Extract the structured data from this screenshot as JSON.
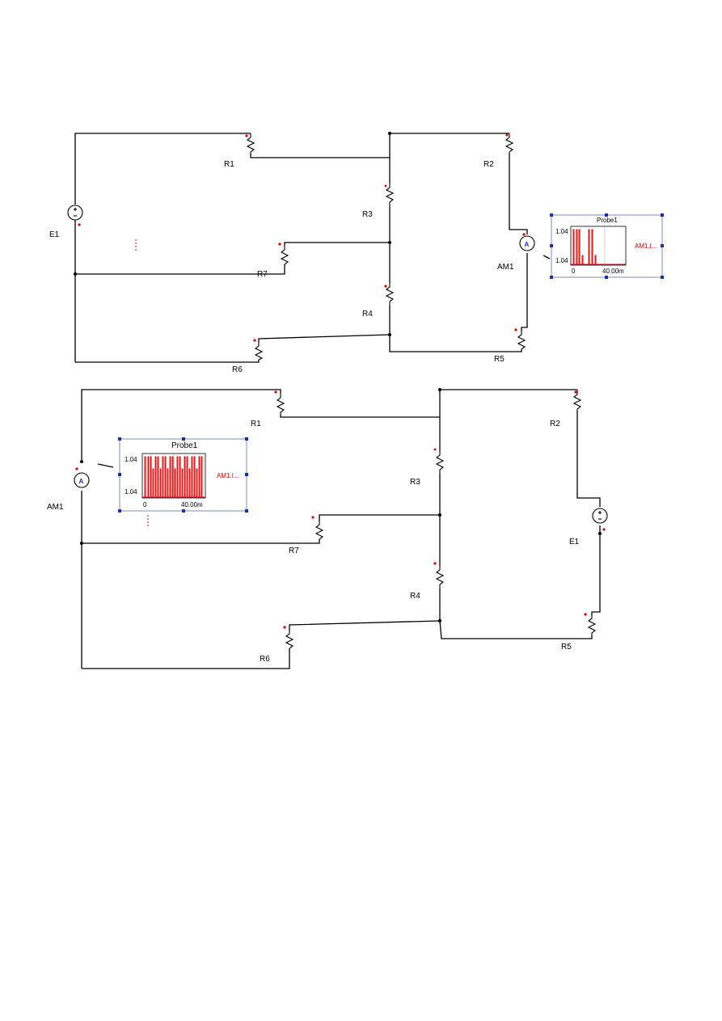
{
  "circuits": [
    {
      "id": "top",
      "labels": {
        "r1": "R1",
        "r2": "R2",
        "r3": "R3",
        "r4": "R4",
        "r5": "R5",
        "r6": "R6",
        "r7": "R7",
        "e1": "E1",
        "am1": "AM1"
      },
      "ammeter_symbol": "A",
      "probe": {
        "title": "Probe1",
        "y_top": "1.04",
        "y_bottom": "1.04",
        "x_start": "0",
        "x_mid": "40.00m",
        "signal": "AM1.I..."
      }
    },
    {
      "id": "bottom",
      "labels": {
        "r1": "R1",
        "r2": "R2",
        "r3": "R3",
        "r4": "R4",
        "r5": "R5",
        "r6": "R6",
        "r7": "R7",
        "e1": "E1",
        "am1": "AM1"
      },
      "ammeter_symbol": "A",
      "probe": {
        "title": "Probe1",
        "y_top": "1.04",
        "y_bottom": "1.04",
        "x_start": "0",
        "x_mid": "40.00m",
        "signal": "AM1.I..."
      }
    }
  ],
  "colors": {
    "wire": "#000000",
    "pin_marker": "#e00000",
    "trace": "#e00000",
    "selection_handle": "#1c2fa8",
    "ammeter_letter": "#2030c0"
  }
}
